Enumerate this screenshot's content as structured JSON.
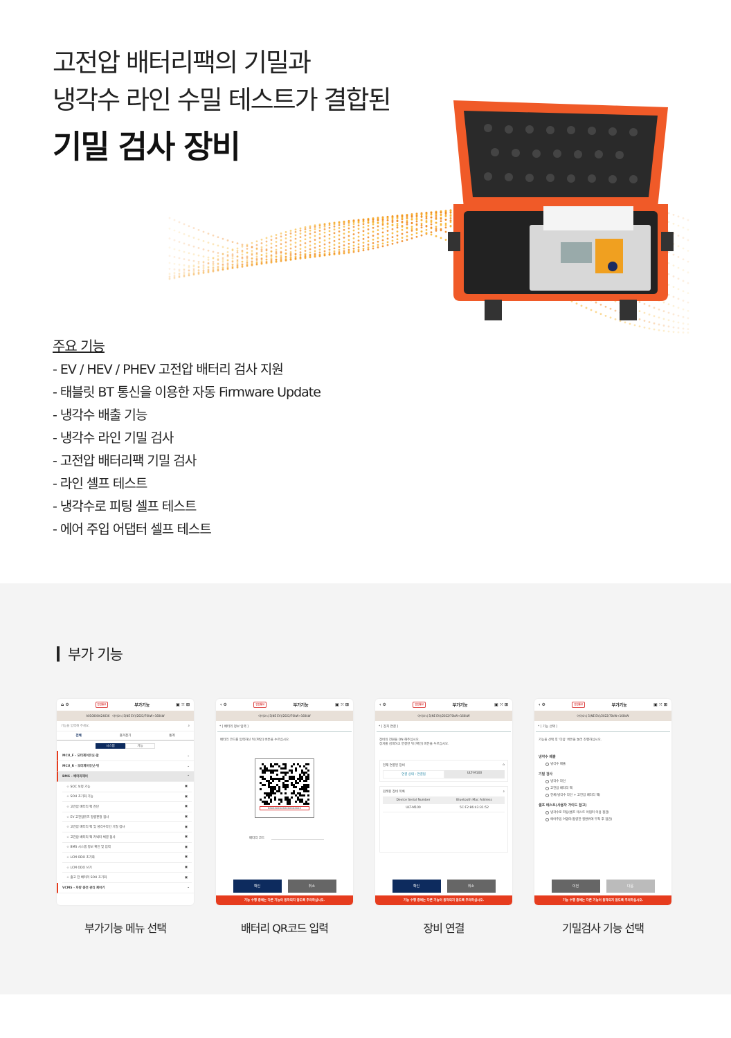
{
  "hero": {
    "title_line1": "고전압 배터리팩의 기밀과",
    "title_line2": "냉각수 라인 수밀 테스트가 결합된",
    "title_line3": "기밀 검사 장비"
  },
  "features": {
    "heading": "주요 기능",
    "items": [
      "- EV / HEV / PHEV 고전압 배터리 검사 지원",
      "- 태블릿 BT 통신을 이용한 자동 Firmware Update",
      "- 냉각수 배출 기능",
      "- 냉각수 라인 기밀 검사",
      "- 고전압 배터리팩 기밀 검사",
      "- 라인 셀프 테스트",
      "- 냉각수로 피팅 셀프 테스트",
      "- 에어 주입 어댑터 셀프 테스트"
    ]
  },
  "section": {
    "title": "부가 기능"
  },
  "colors": {
    "accent_orange": "#e63c1e",
    "navy": "#0d2b5e",
    "gray_button": "#666666",
    "case_orange": "#f05a28"
  },
  "app": {
    "title": "부가기능",
    "badge": "안전통보",
    "vehicle": "아이오닉 5(NE EV)/2022/70kW+160kW",
    "vin": "A01000OA24036",
    "warning": "기능 수행 중에는 다른 기능이 동작되지 않도록 주의하십시오.",
    "confirm": "확인",
    "cancel": "취소",
    "prev": "이전",
    "next": "다음"
  },
  "screen1": {
    "search_placeholder": "기능을 입력해 주세요.",
    "tabs": [
      "전체",
      "즐겨찾기",
      "통계"
    ],
    "toggle": [
      "시스템",
      "기능"
    ],
    "groups": [
      "MCU_F - 모터제어유닛-앞",
      "MCU_R - 모터제어유닛-뒤",
      "BMS - 배터리제어"
    ],
    "items": [
      "SOC 보정 기능",
      "SOH 초기화 기능",
      "고전압 배터리 팩 진단",
      "EV 고전압퓨즈 정렬판정 점사",
      "고전압 배터리 팩 및 냉각수라인 기밀 점사",
      "고전압 배터리 팩 커넥터 체결 점사",
      "BMS 시스템 정보 확인 및 입력",
      "LCM ODO 초기화",
      "LCM ODO 쓰기",
      "출고 전 배터리 SOH 초기화"
    ],
    "last_group": "VCMS - 차량 충전 관리 제어기"
  },
  "screen2": {
    "section": "* [ 배터리 정보 입력 ]",
    "instruction": "배터리 코드를 입력하신 뒤 [확인] 버튼을 누르십시오.",
    "code_text": "BSXXXXXXXXXXXXXXXXXX",
    "field_label": "배터리 코드"
  },
  "screen3": {
    "section": "* [ 장치 연결 ]",
    "instruction1": "장비의 전원을 ON 해주십시오.",
    "instruction2": "장치를 검색하고 연결한 뒤 [확인] 버튼을 누르십시오.",
    "connected_label": "현재 연결된 장비",
    "status": "연결 상태 : 연결됨",
    "device": "ULT-M100",
    "found_label": "검색된 장비 목록",
    "col1": "Device Serial Number",
    "col2": "Bluetooth Mac Address",
    "serial": "ULT-M100",
    "mac": "5C:F2:86:43:31:52"
  },
  "screen4": {
    "section": "* [ 기능 선택 ]",
    "instruction": "기능을 선택 후 '다음' 버튼을 눌러 진행하십시오.",
    "groups": [
      {
        "title": "냉각수 배출",
        "options": [
          "냉각수 배출"
        ]
      },
      {
        "title": "기밀 검사",
        "options": [
          "냉각수 라인",
          "고전압 배터리 팩",
          "전체(냉각수 라인 + 고전압 배터리 팩)"
        ]
      },
      {
        "title": "셀프 테스트(사용자 가이드 참고)",
        "options": [
          "냉각수로 피팅(셀프 테스트 어댑터 이용 점검)",
          "에어주입 어댑터(정량한 질환위에 부착 후 점검)"
        ]
      }
    ]
  },
  "captions": [
    "부가기능 메뉴 선택",
    "배터리 QR코드 입력",
    "장비 연결",
    "기밀검사 기능 선택"
  ]
}
